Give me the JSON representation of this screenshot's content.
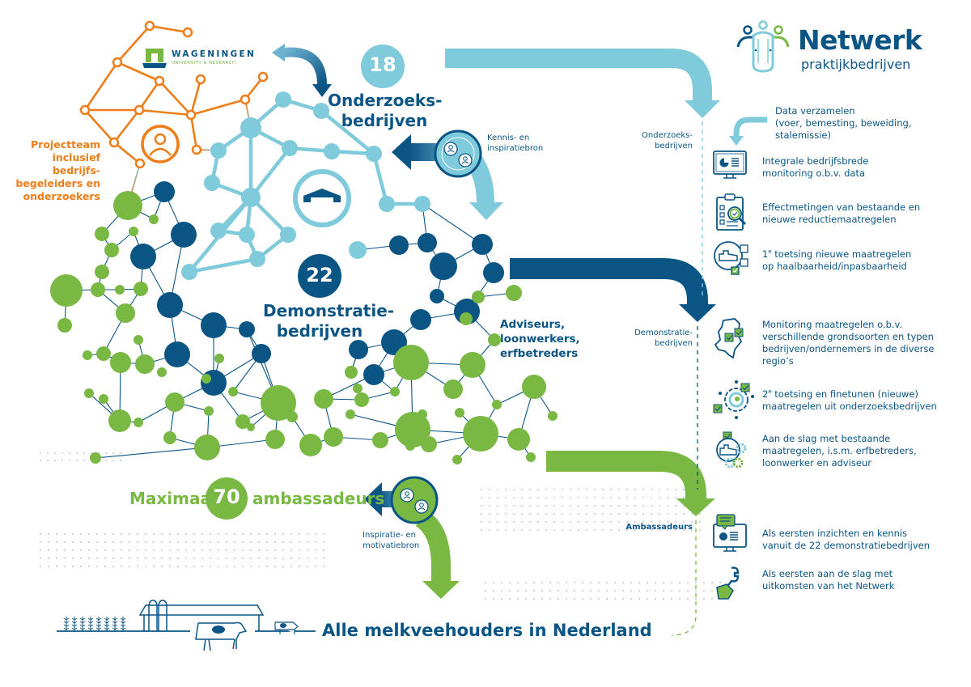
{
  "logo": {
    "title": "Netwerk",
    "subtitle": "praktijkbedrijven"
  },
  "partner": {
    "name": "WAGENINGEN",
    "subtitle": "UNIVERSITY & RESEARCH"
  },
  "projectteam": {
    "lines": [
      "Projectteam",
      "inclusief",
      "bedrijfs-",
      "begeleiders en",
      "onderzoekers"
    ]
  },
  "onderzoek": {
    "count": "18",
    "label_line1": "Onderzoeks-",
    "label_line2": "bedrijven"
  },
  "kennis": {
    "line1": "Kennis- en",
    "line2": "inspiratiebron"
  },
  "demonstratie": {
    "count": "22",
    "label_line1": "Demonstratie-",
    "label_line2": "bedrijven"
  },
  "adviseurs": {
    "lines": [
      "Adviseurs,",
      "loonwerkers,",
      "erfbetreders"
    ]
  },
  "ambassadeurs": {
    "prefix": "Maximaal",
    "count": "70",
    "suffix": "ambassadeurs"
  },
  "inspiratie": {
    "line1": "Inspiratie- en",
    "line2": "motivatiebron"
  },
  "bottom": {
    "title": "Alle melkveehouders in Nederland"
  },
  "right_panel": {
    "data_note": {
      "lines": [
        "Data verzamelen",
        "(voer, bemesting, beweiding,",
        "stalemissie)"
      ]
    },
    "sections": [
      {
        "label_line1": "Onderzoeks-",
        "label_line2": "bedrijven",
        "items": [
          {
            "icon": "monitor-chart-icon",
            "line1": "Integrale bedrijfsbrede",
            "line2": "monitoring o.b.v. data"
          },
          {
            "icon": "clipboard-magnifier-icon",
            "line1": "Effectmetingen van bestaande en",
            "line2": "nieuwe reductiemaatregelen"
          },
          {
            "icon": "barn-flowchart-icon",
            "sup": "e",
            "line1_pre": "1",
            "line1": " toetsing nieuwe maatregelen",
            "line2": "op haalbaarheid/inpasbaarheid"
          }
        ]
      },
      {
        "label_line1": "Demonstratie-",
        "label_line2": "bedrijven",
        "items": [
          {
            "icon": "netherlands-map-icon",
            "line1": "Monitoring maatregelen o.b.v.",
            "line2": "verschillende grondsoorten en typen",
            "line3": "bedrijven/ondernemers in de diverse",
            "line4": "regio’s"
          },
          {
            "icon": "gear-wrench-icon",
            "sup": "e",
            "line1_pre": "2",
            "line1": " toetsing en finetunen (nieuwe)",
            "line2": "maatregelen uit onderzoeksbedrijven"
          },
          {
            "icon": "barn-gears-icon",
            "line1": "Aan de slag met bestaande",
            "line2": "maatregelen, i.s.m. erfbetreders,",
            "line3": "loonwerker en adviseur"
          }
        ]
      },
      {
        "label_line1": "Ambassadeurs",
        "items": [
          {
            "icon": "monitor-speech-icon",
            "line1": "Als eersten inzichten en kennis",
            "line2": "vanuit de 22 demonstratiebedrijven"
          },
          {
            "icon": "hand-wrench-icon",
            "line1": "Als eersten aan de slag met",
            "line2": "uitkomsten van het Netwerk"
          }
        ]
      }
    ]
  },
  "colors": {
    "dark_blue": "#0b5585",
    "light_blue": "#7fcbdb",
    "green": "#78b843",
    "orange": "#ee7d1a"
  }
}
